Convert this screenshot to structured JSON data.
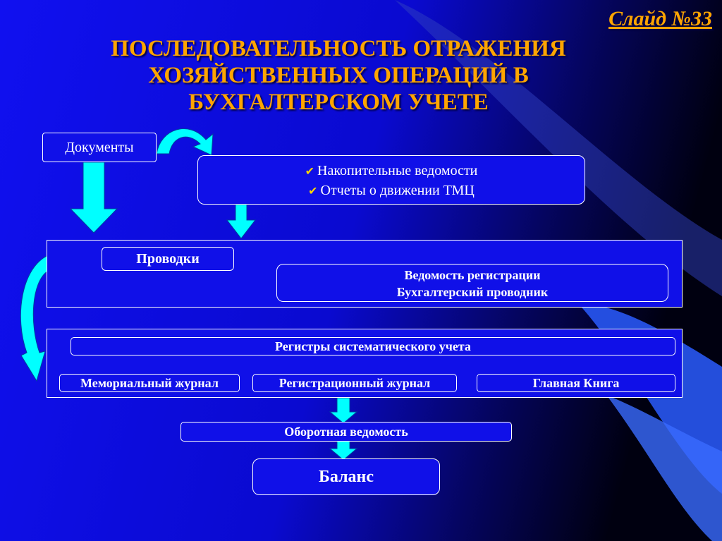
{
  "slide_number": "Слайд №33",
  "title_lines": [
    "ПОСЛЕДОВАТЕЛЬНОСТЬ ОТРАЖЕНИЯ",
    "ХОЗЯЙСТВЕННЫХ ОПЕРАЦИЙ В",
    "БУХГАЛТЕРСКОМ УЧЕТЕ"
  ],
  "nodes": {
    "documents": "Документы",
    "accumulative": "Накопительные ведомости",
    "movement_reports": "Отчеты о движении ТМЦ",
    "postings": "Проводки",
    "registration_sheet": "Ведомость регистрации",
    "accounting_guide": "Бухгалтерский проводник",
    "systematic_registers": "Регистры систематического учета",
    "memorial_journal": "Мемориальный журнал",
    "registration_journal": "Регистрационный журнал",
    "general_ledger": "Главная Книга",
    "turnover_sheet": "Оборотная ведомость",
    "balance": "Баланс"
  },
  "icons": {
    "check": "checkmark-icon",
    "arrow": "arrow-down-icon",
    "curved": "curved-arrow-icon"
  },
  "colors": {
    "background": "#1010e8",
    "title": "#ffa500",
    "arrow_fill": "#00ffff",
    "box_border": "#ffffff"
  }
}
